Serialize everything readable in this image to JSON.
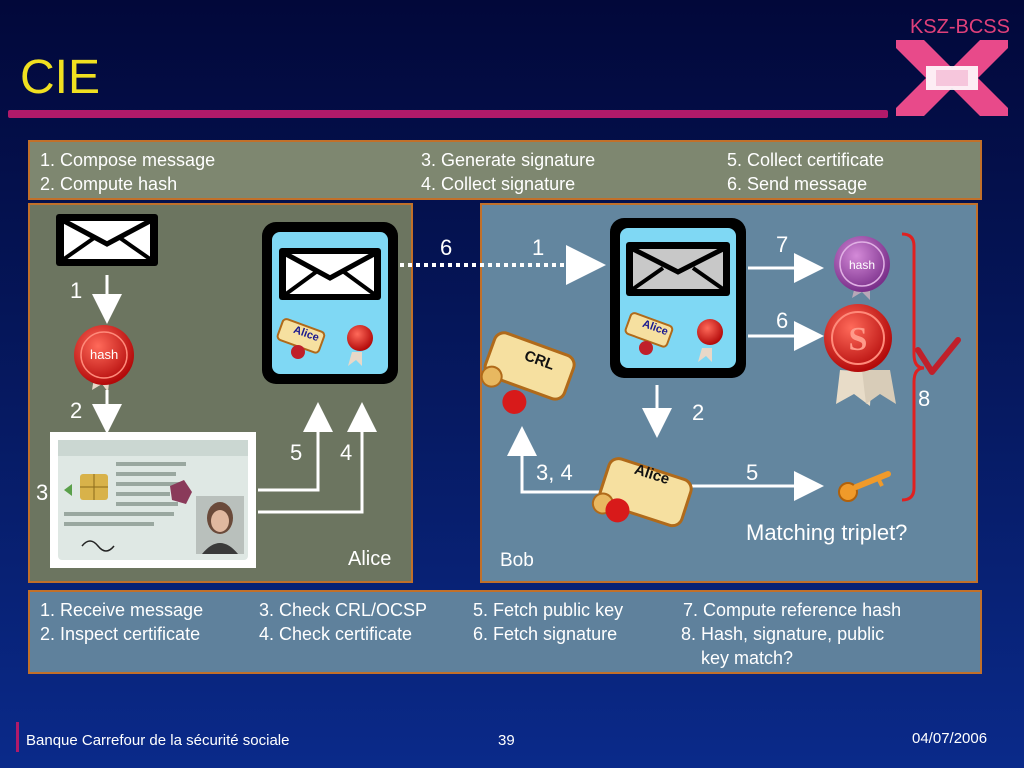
{
  "header": {
    "title": "CIE",
    "logo_text": "KSZ-BCSS"
  },
  "top_steps": {
    "col1": [
      "1. Compose message",
      "2. Compute hash"
    ],
    "col2": [
      "3. Generate signature",
      "4. Collect signature"
    ],
    "col3": [
      "5. Collect certificate",
      "6. Send message"
    ]
  },
  "bottom_steps": {
    "col1": [
      "1. Receive message",
      "2. Inspect certificate"
    ],
    "col2": [
      "3. Check CRL/OCSP",
      "4. Check certificate"
    ],
    "col3": [
      "5. Fetch public key",
      "6. Fetch signature"
    ],
    "col4": [
      "7. Compute reference hash",
      "8. Hash, signature, public",
      "    key match?"
    ]
  },
  "alice_panel": {
    "label": "Alice",
    "step1": "1",
    "step2": "2",
    "step3": "3",
    "step4": "4",
    "step5": "5",
    "hash_label": "hash",
    "scroll_label": "Alice"
  },
  "bob_panel": {
    "label": "Bob",
    "step6_send": "6",
    "step1": "1",
    "step7": "7",
    "step6": "6",
    "step8": "8",
    "step2": "2",
    "step34": "3, 4",
    "step5": "5",
    "hash_label": "hash",
    "crl_label": "CRL",
    "scroll_label": "Alice",
    "question": "Matching triplet?"
  },
  "footer": {
    "org": "Banque Carrefour de la sécurité sociale",
    "page": "39",
    "date": "04/07/2006"
  },
  "colors": {
    "title": "#f0e020",
    "accent": "#b01a6a",
    "panel_border": "#c1702a",
    "seal_red": "#d81a1a"
  }
}
